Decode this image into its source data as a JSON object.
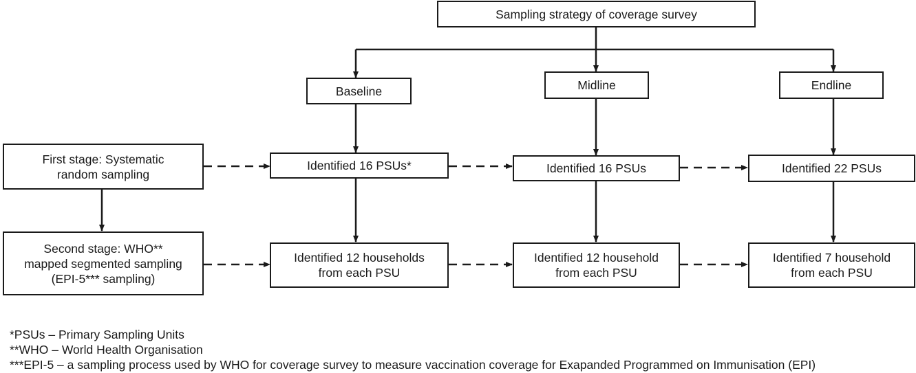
{
  "diagram": {
    "root": "Sampling strategy of coverage survey",
    "phases": [
      "Baseline",
      "Midline",
      "Endline"
    ],
    "stages": {
      "first": "First stage: Systematic\nrandom sampling",
      "second": "Second stage: WHO**\nmapped segmented sampling\n(EPI-5*** sampling)"
    },
    "psu": [
      "Identified 16 PSUs*",
      "Identified 16 PSUs",
      "Identified 22 PSUs"
    ],
    "households": [
      "Identified 12 households\nfrom each PSU",
      "Identified 12 household\nfrom each PSU",
      "Identified 7 household\nfrom each PSU"
    ]
  },
  "footnotes": [
    "*PSUs – Primary Sampling Units",
    "**WHO – World Health Organisation",
    "***EPI-5 – a sampling process used by WHO for coverage survey to measure vaccination coverage for Exapanded Programmed on Immunisation (EPI)"
  ]
}
